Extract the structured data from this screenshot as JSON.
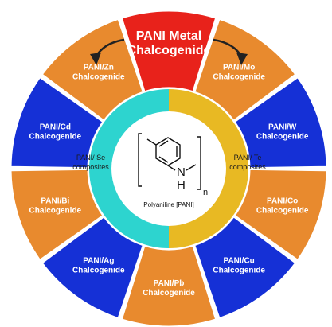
{
  "center": {
    "caption": "Polyaniline [PANI]",
    "nh_n": "N",
    "nh_h": "H",
    "subscript": "n"
  },
  "halves": {
    "left": {
      "line1": "PANI/ Se",
      "line2": "composites",
      "color": "#2dd4cf"
    },
    "right": {
      "line1": "PANI/ Te",
      "line2": "composites",
      "color": "#e8b923"
    }
  },
  "segments": [
    {
      "id": "metal",
      "lines": [
        "PANI Metal",
        "Chalcogenide"
      ],
      "color": "#e8221b"
    },
    {
      "id": "mo",
      "lines": [
        "PANI/Mo",
        "Chalcogenide"
      ],
      "color": "#e88a2e"
    },
    {
      "id": "w",
      "lines": [
        "PANI/W",
        "Chalcogenide"
      ],
      "color": "#1530d6"
    },
    {
      "id": "co",
      "lines": [
        "PANI/Co",
        "Chalcogenide"
      ],
      "color": "#e88a2e"
    },
    {
      "id": "cu",
      "lines": [
        "PANI/Cu",
        "Chalcogenide"
      ],
      "color": "#1530d6"
    },
    {
      "id": "pb",
      "lines": [
        "PANI/Pb",
        "Chalcogenide"
      ],
      "color": "#e88a2e"
    },
    {
      "id": "ag",
      "lines": [
        "PANI/Ag",
        "Chalcogenide"
      ],
      "color": "#1530d6"
    },
    {
      "id": "bi",
      "lines": [
        "PANI/Bi",
        "Chalcogenide"
      ],
      "color": "#e88a2e"
    },
    {
      "id": "cd",
      "lines": [
        "PANI/Cd",
        "Chalcogenide"
      ],
      "color": "#1530d6"
    },
    {
      "id": "zn",
      "lines": [
        "PANI/Zn",
        "Chalcogenide"
      ],
      "color": "#e88a2e"
    }
  ]
}
